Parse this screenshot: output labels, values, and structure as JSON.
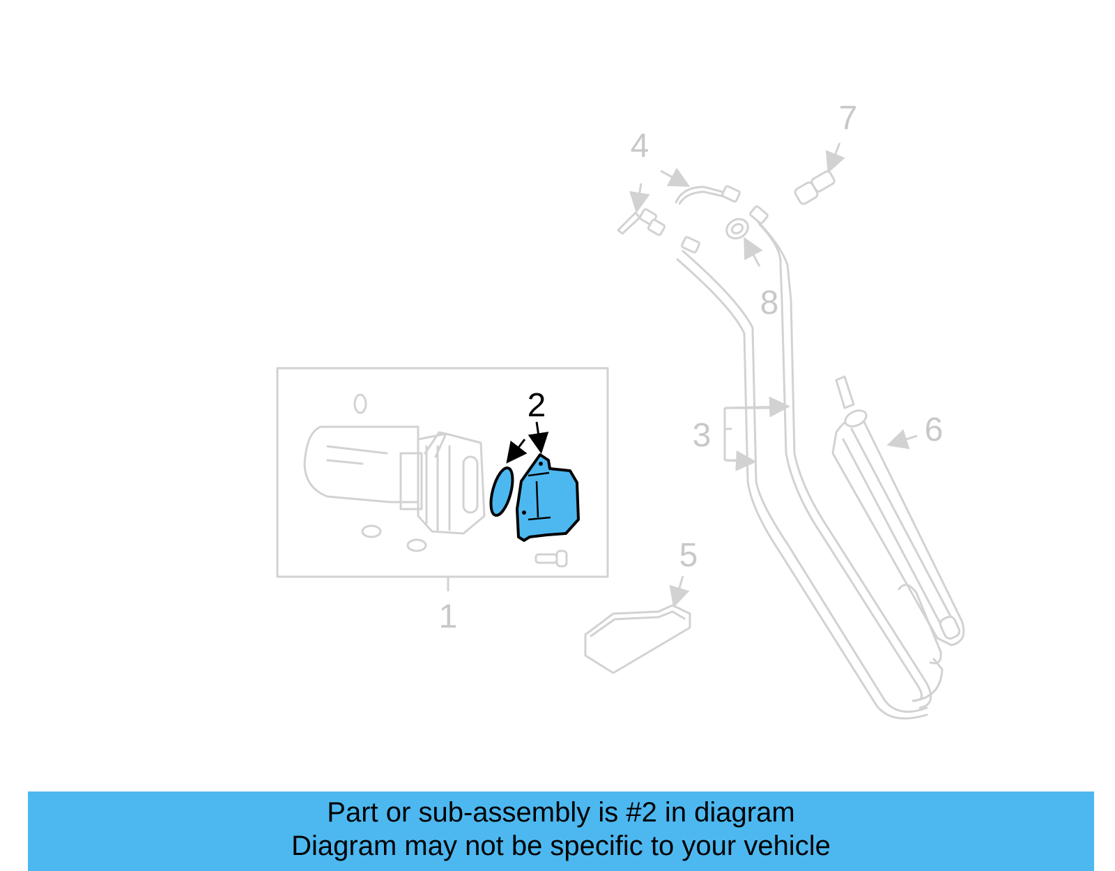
{
  "callouts": {
    "c1": "1",
    "c2": "2",
    "c3": "3",
    "c4": "4",
    "c5": "5",
    "c6": "6",
    "c7": "7",
    "c8": "8"
  },
  "highlight_color": "#4db8f0",
  "banner": {
    "line1": "Part or sub-assembly is #2 in diagram",
    "line2": "Diagram may not be specific to your vehicle"
  }
}
